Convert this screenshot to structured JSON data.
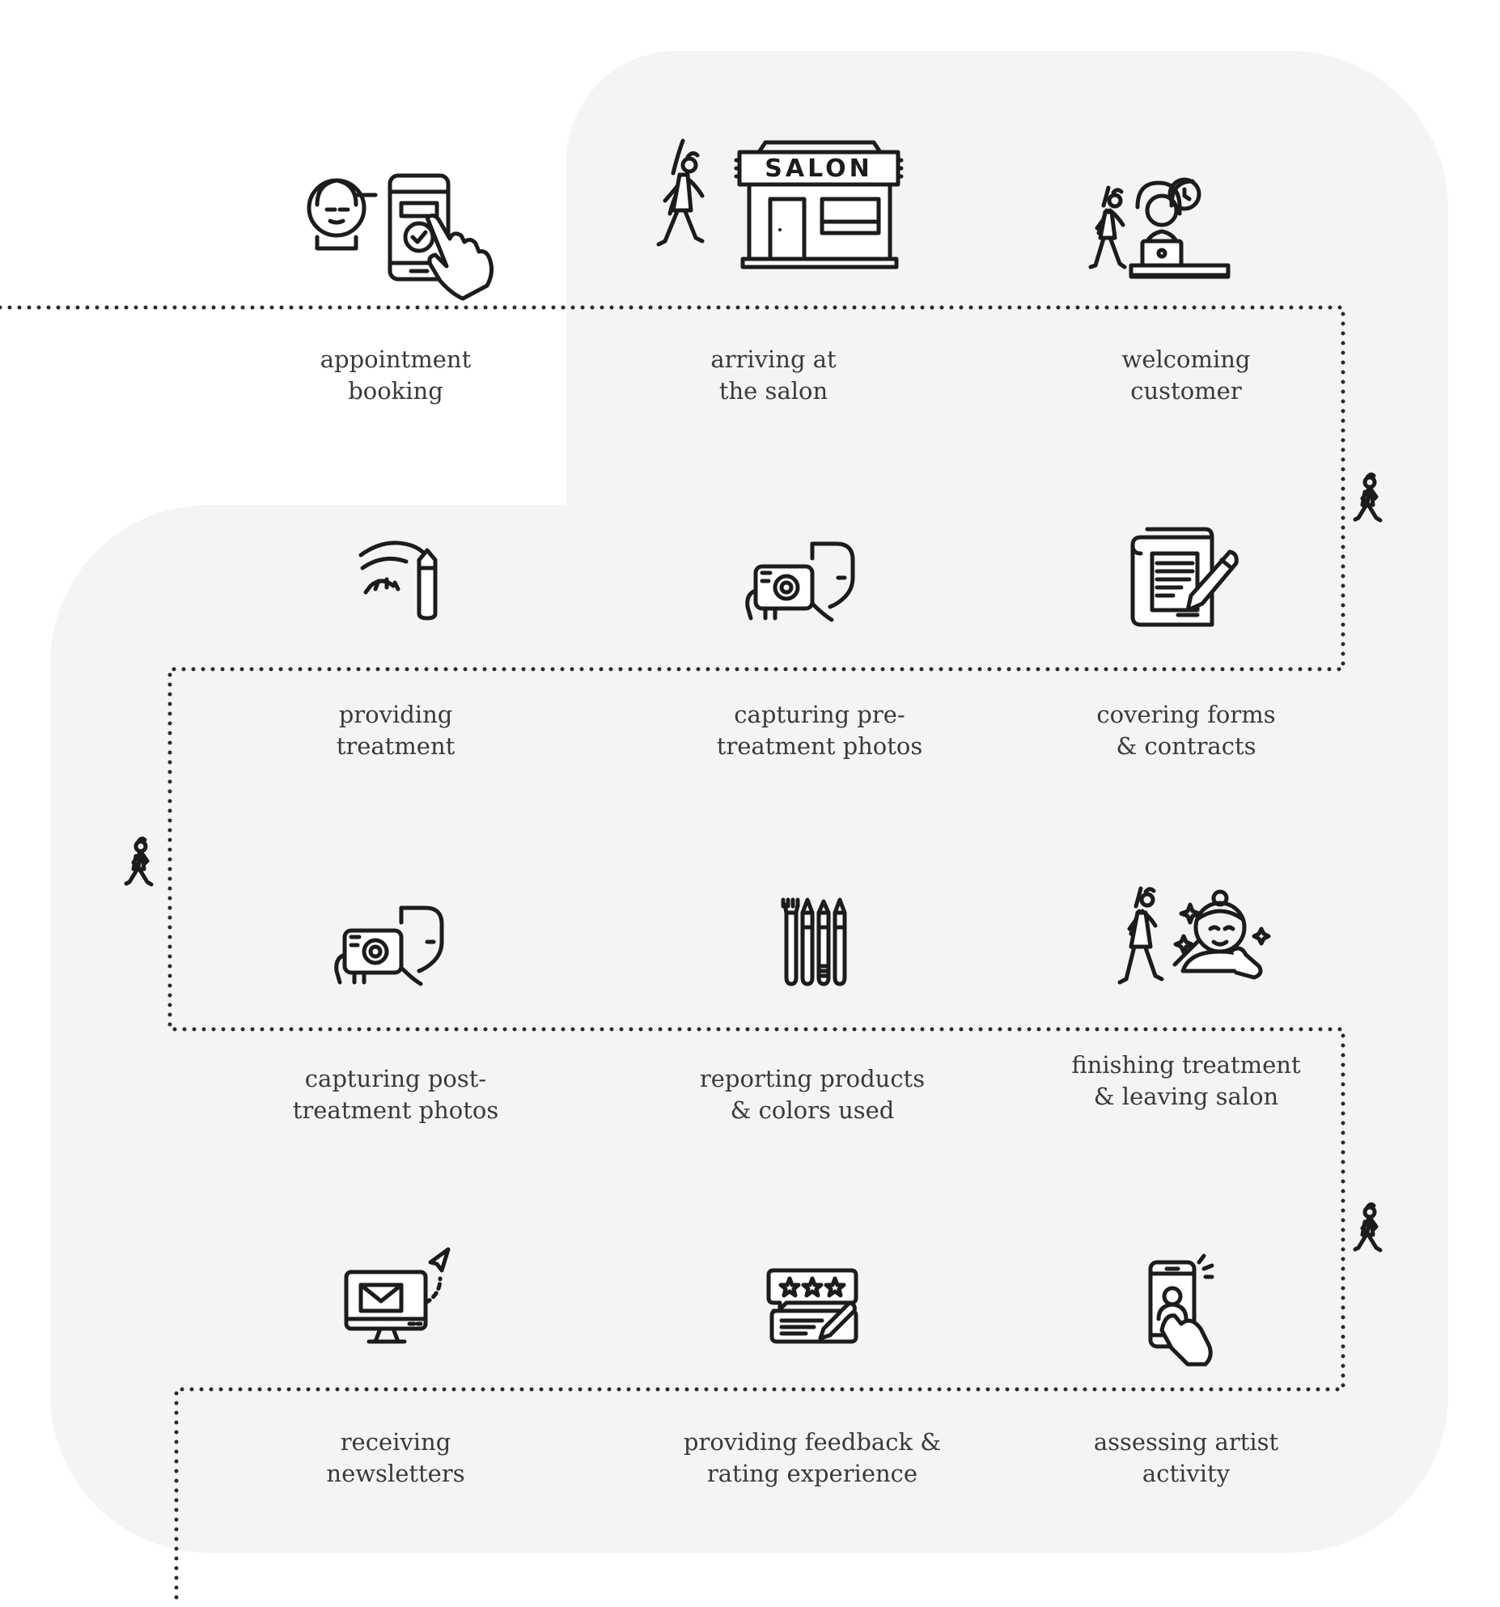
{
  "icons": {
    "salon_sign": "SALON"
  },
  "steps": [
    {
      "id": "appointment-booking",
      "line1": "appointment",
      "line2": "booking",
      "icon": "phone-booking-icon"
    },
    {
      "id": "arriving-at-the-salon",
      "line1": "arriving at",
      "line2": "the salon",
      "icon": "salon-storefront-icon"
    },
    {
      "id": "welcoming-customer",
      "line1": "welcoming",
      "line2": "customer",
      "icon": "reception-desk-icon"
    },
    {
      "id": "covering-forms-contracts",
      "line1": "covering forms",
      "line2": "& contracts",
      "icon": "contract-pen-icon"
    },
    {
      "id": "capturing-pre-treatment-photos",
      "line1": "capturing pre-",
      "line2": "treatment photos",
      "icon": "camera-photo-icon"
    },
    {
      "id": "providing-treatment",
      "line1": "providing",
      "line2": "treatment",
      "icon": "eyebrow-pencil-icon"
    },
    {
      "id": "capturing-post-treatment-photos",
      "line1": "capturing post-",
      "line2": "treatment photos",
      "icon": "camera-photo-icon"
    },
    {
      "id": "reporting-products-colors-used",
      "line1": "reporting products",
      "line2": "& colors used",
      "icon": "brush-tools-icon"
    },
    {
      "id": "finishing-treatment-leaving-salon",
      "line1": "finishing treatment",
      "line2": "& leaving salon",
      "icon": "happy-customer-icon"
    },
    {
      "id": "assessing-artist-activity",
      "line1": "assessing artist",
      "line2": "activity",
      "icon": "phone-profile-icon"
    },
    {
      "id": "providing-feedback-rating-experience",
      "line1": "providing feedback &",
      "line2": "rating experience",
      "icon": "rating-stars-icon"
    },
    {
      "id": "receiving-newsletters",
      "line1": "receiving",
      "line2": "newsletters",
      "icon": "newsletter-monitor-icon"
    }
  ]
}
